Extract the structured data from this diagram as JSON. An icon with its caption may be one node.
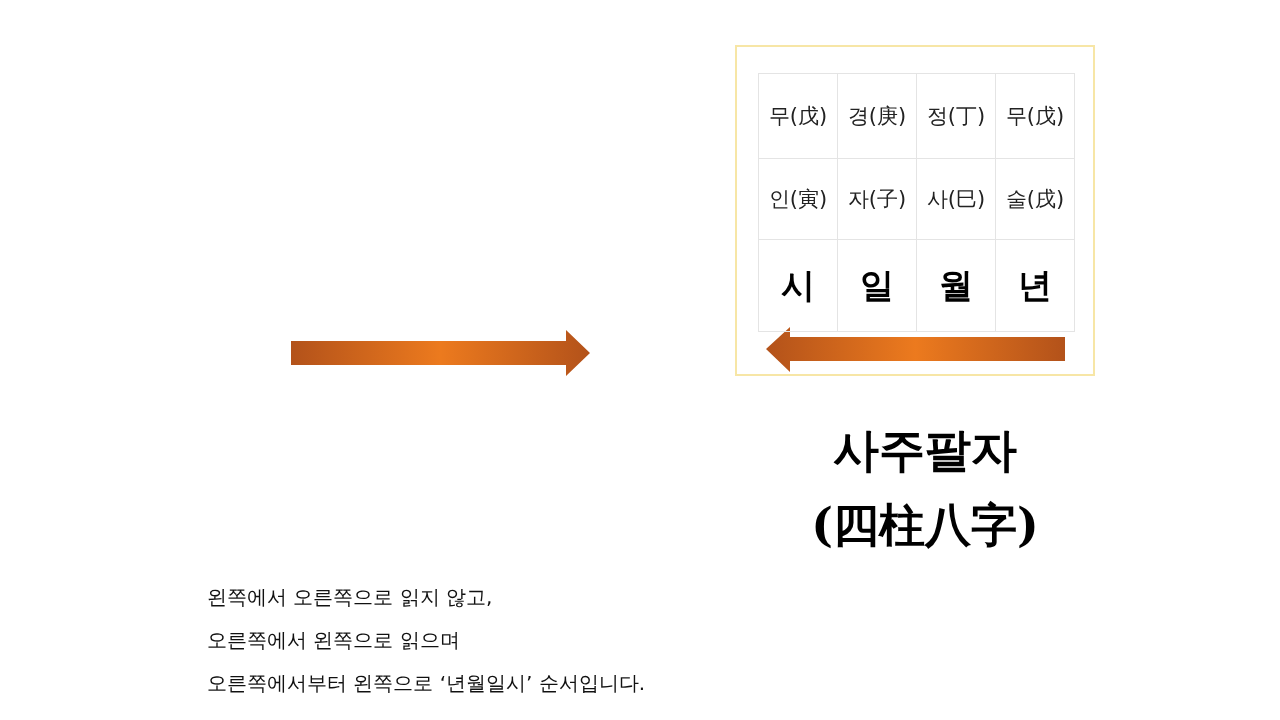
{
  "diagram": {
    "title": "사주팔자 (四柱八字)",
    "labels": [
      "무(戊)",
      "경(庚)",
      "정(丁)",
      "무(戊)",
      "인(寅)",
      "자(子)",
      "사(巳)",
      "술(戌)",
      "시",
      "일",
      "월",
      "년",
      "왼쪽에서 오른쪽으로 읽지 않고,",
      "오른쪽에서 왼쪽으로 읽으며",
      "오른쪽에서부터 왼쪽으로 ‘년월일시’ 순서입니다."
    ]
  }
}
